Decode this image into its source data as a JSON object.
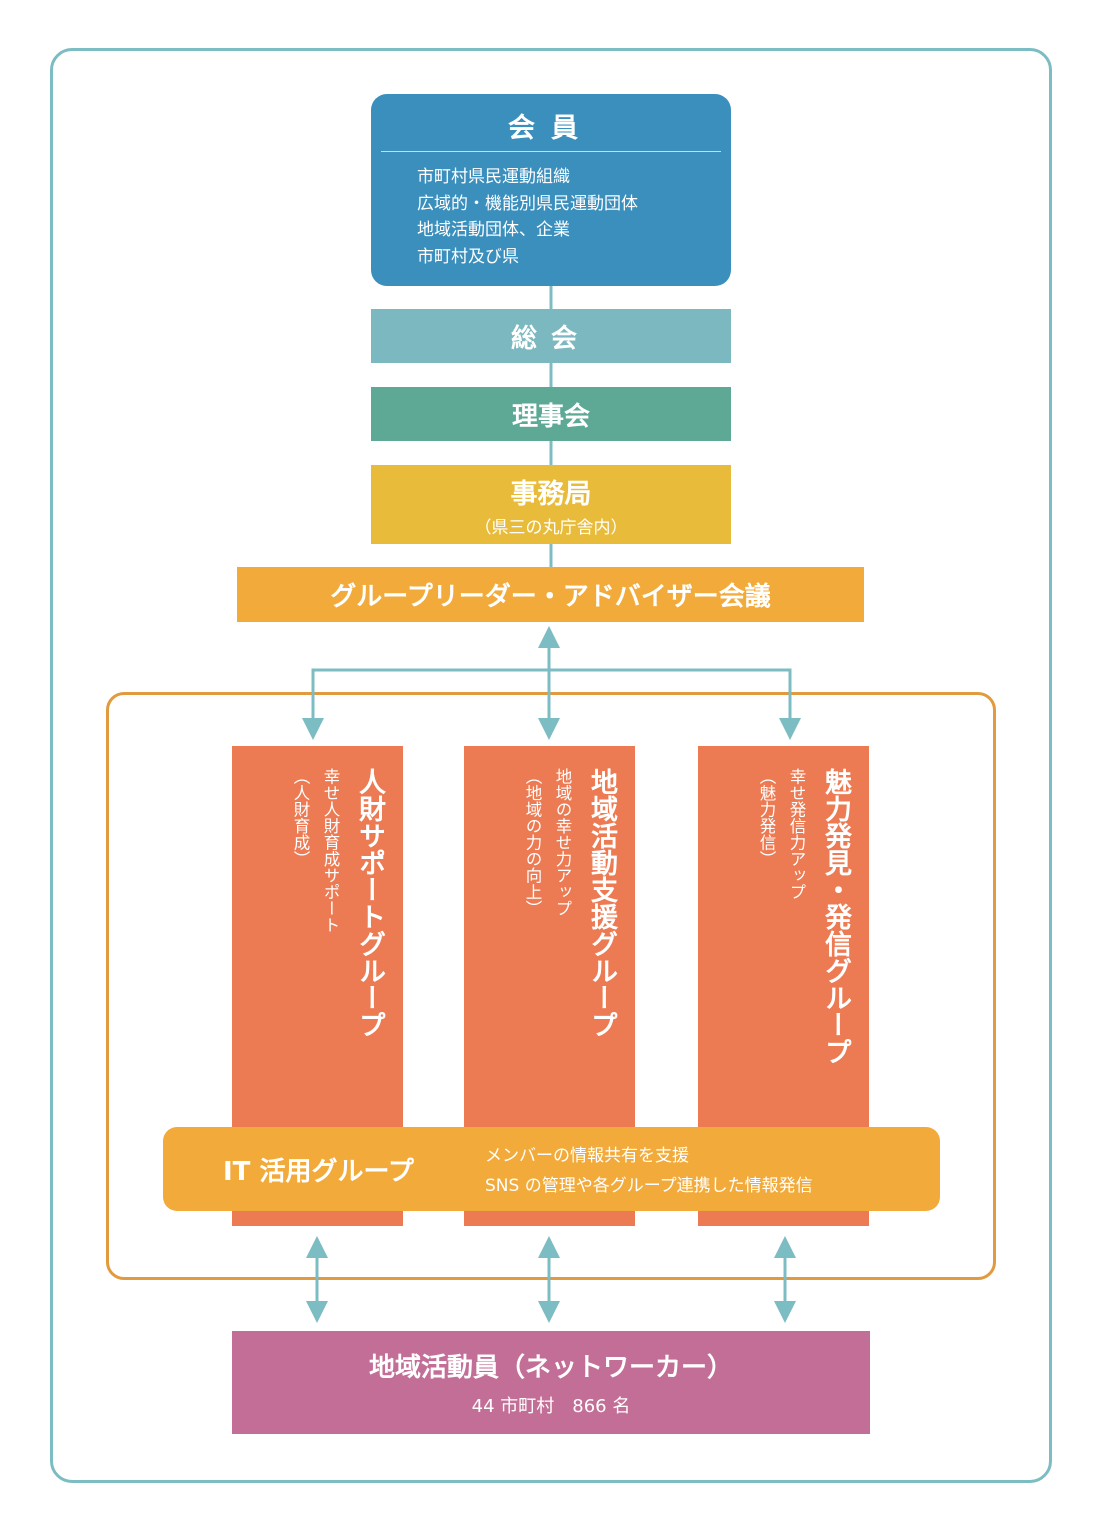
{
  "members": {
    "title": "会員",
    "items": [
      "市町村県民運動組織",
      "広域的・機能別県民運動団体",
      "地域活動団体、企業",
      "市町村及び県"
    ]
  },
  "general_assembly": "総会",
  "board": "理事会",
  "secretariat": {
    "title": "事務局",
    "subtitle": "（県三の丸庁舎内）"
  },
  "council": "グループリーダー・アドバイザー会議",
  "groups": [
    {
      "name": "人財サポートグループ",
      "desc": "幸せ人財育成サポート",
      "short": "（人財育成）"
    },
    {
      "name": "地域活動支援グループ",
      "desc": "地域の幸せ力アップ",
      "short": "（地域の力の向上）"
    },
    {
      "name": "魅力発見・発信グループ",
      "desc": "幸せ発信力アップ",
      "short": "（魅力発信）"
    }
  ],
  "it_group": {
    "title": "IT 活用グループ",
    "lines": [
      "メンバーの情報共有を支援",
      "SNS の管理や各グループ連携した情報発信"
    ]
  },
  "network": {
    "title": "地域活動員（ネットワーカー）",
    "subtitle": "44 市町村　866 名"
  },
  "colors": {
    "frame": "#7cbcc3",
    "members": "#3a8fbd",
    "assembly": "#7cb8c0",
    "board": "#5ea996",
    "secretariat": "#e8bc3a",
    "council": "#f2ab3b",
    "group": "#ec7a52",
    "network": "#c26e96",
    "inner_frame": "#e29a3e",
    "arrow": "#7cbcc3"
  }
}
